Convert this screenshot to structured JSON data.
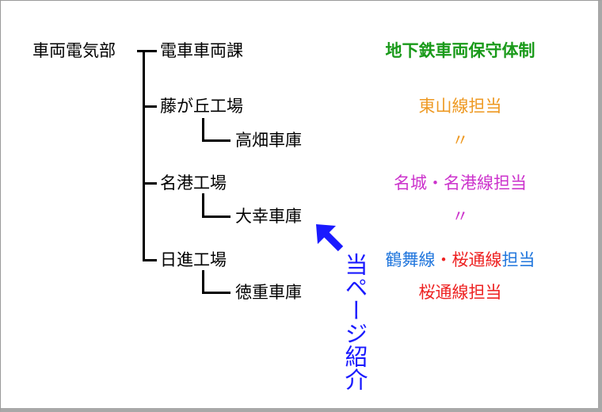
{
  "org": {
    "root": "車両電気部",
    "dept": "電車車両課",
    "factory1": "藤が丘工場",
    "depot1": "高畑車庫",
    "factory2": "名港工場",
    "depot2": "大幸車庫",
    "factory3": "日進工場",
    "depot3": "徳重車庫"
  },
  "right": {
    "title": "地下鉄車両保守体制",
    "r1": "東山線担当",
    "r1_ditto": "〃",
    "r2": "名城・名港線担当",
    "r2_ditto": "〃",
    "r3_a": "鶴舞線",
    "r3_dot": "・",
    "r3_b": "桜通線",
    "r3_c": "担当",
    "r4": "桜通線担当"
  },
  "callout": {
    "label": "当ページ紹介"
  },
  "colors": {
    "title": "#1a9a1a",
    "higashiyama": "#ee9922",
    "meijo": "#cc33cc",
    "tsurumai": "#2277dd",
    "sakuradori": "#ee2222",
    "callout": "#1a1aff"
  }
}
